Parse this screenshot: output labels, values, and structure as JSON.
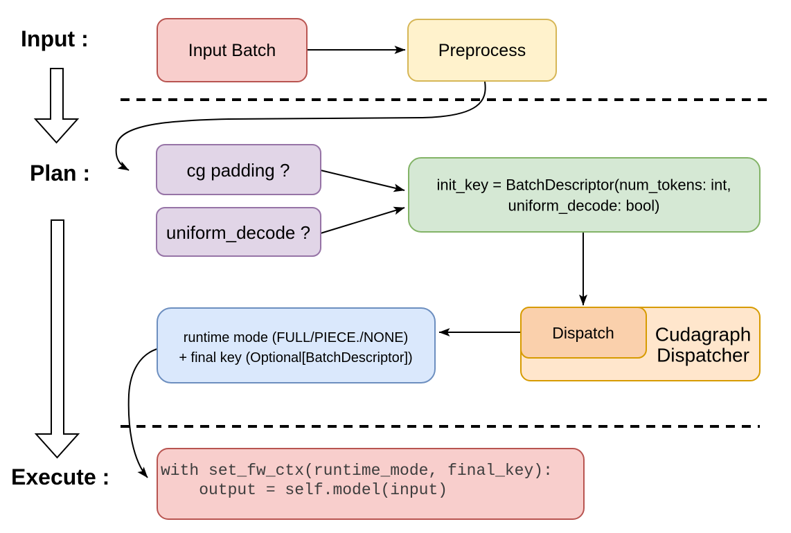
{
  "palette": {
    "red": {
      "fill": "#f8cecc",
      "stroke": "#b85450"
    },
    "yellow": {
      "fill": "#fff2cc",
      "stroke": "#d6b656"
    },
    "purple": {
      "fill": "#e1d5e7",
      "stroke": "#9673a6"
    },
    "green": {
      "fill": "#d5e8d4",
      "stroke": "#82b366"
    },
    "blue": {
      "fill": "#dae8fc",
      "stroke": "#6c8ebf"
    },
    "orange_light": {
      "fill": "#ffe6cc",
      "stroke": "#d79b00"
    },
    "orange_mid": {
      "fill": "#fad0ac",
      "stroke": "#d79b00"
    },
    "line": "#000000",
    "code_text": "#3d3d3d"
  },
  "sections": {
    "input_label": "Input :",
    "plan_label": "Plan :",
    "execute_label": "Execute :"
  },
  "nodes": {
    "input_batch": {
      "label": "Input Batch"
    },
    "preprocess": {
      "label": "Preprocess"
    },
    "cg_padding": {
      "label": "cg padding ?"
    },
    "uniform_decode": {
      "label": "uniform_decode ?"
    },
    "init_key": {
      "line1": "init_key = BatchDescriptor(num_tokens: int,",
      "line2": "uniform_decode: bool)"
    },
    "dispatch": {
      "label": "Dispatch"
    },
    "cudagraph_dispatcher": {
      "line1": "Cudagraph",
      "line2": "Dispatcher"
    },
    "runtime_result": {
      "line1": "runtime mode (FULL/PIECE./NONE)",
      "line2": "+ final key (Optional[BatchDescriptor])"
    },
    "execute_code": {
      "line1": "with set_fw_ctx(runtime_mode, final_key):",
      "line2": "    output = self.model(input)"
    }
  }
}
